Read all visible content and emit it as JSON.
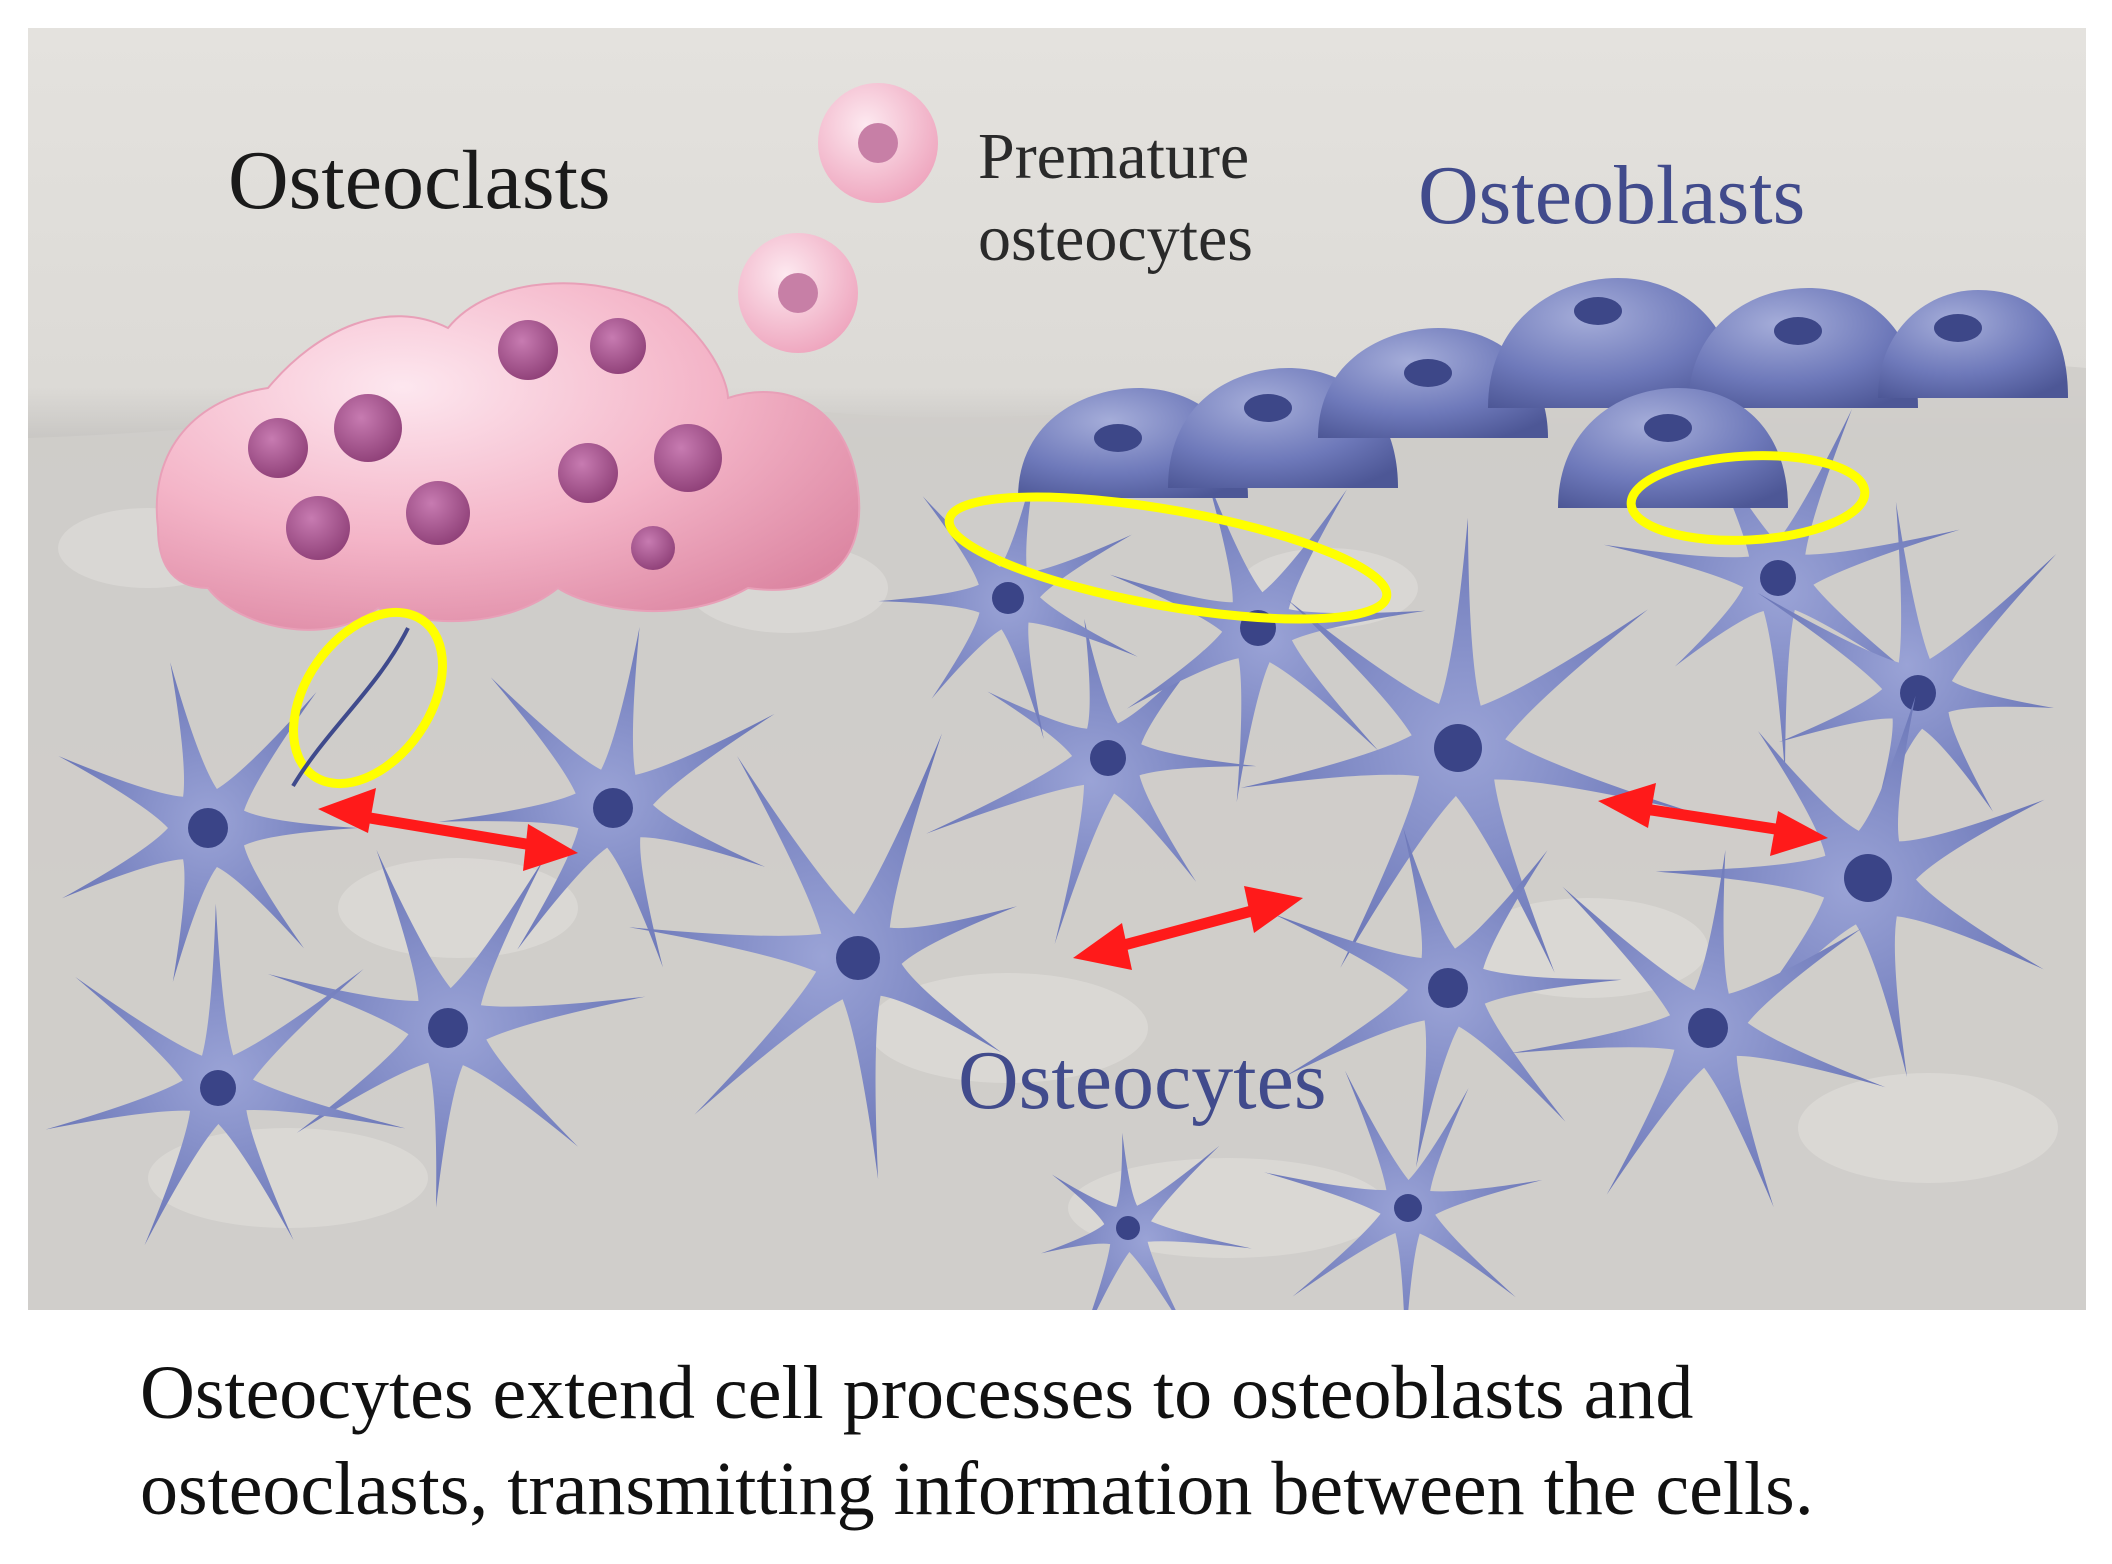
{
  "figure": {
    "labels": {
      "osteoclasts": "Osteoclasts",
      "premature_line1": "Premature",
      "premature_line2": "osteocytes",
      "osteoblasts": "Osteoblasts",
      "osteocytes": "Osteocytes"
    }
  },
  "caption": {
    "line1": "Osteocytes extend cell processes to osteoblasts and",
    "line2": "osteoclasts, transmitting information between the cells."
  },
  "colors": {
    "osteoclast": "#f4b5c8",
    "osteoclast_nucleus": "#a04f88",
    "premature_cell": "#f6c1d0",
    "osteoblast": "#6a76b8",
    "osteocyte": "#6f7bbd",
    "highlight_ring": "#ffff00",
    "arrow": "#ff1a1a",
    "label_dark": "#1a1a1a",
    "label_blue": "#414b8c"
  }
}
